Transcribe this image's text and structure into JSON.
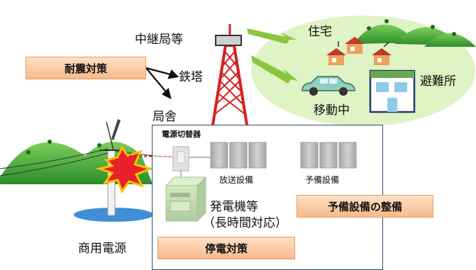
{
  "labels": {
    "relay_station": "中継局等",
    "tower": "鉄塔",
    "station_building": "局舎",
    "housing": "住宅",
    "evacuation_center": "避難所",
    "moving": "移動中",
    "power_switch": "電源切替器",
    "broadcast_equipment": "放送設備",
    "spare_equipment": "予備設備",
    "generator": "発電機等",
    "generator_note": "（長時間対応）",
    "commercial_power": "商用電源"
  },
  "boxes": {
    "seismic_measures": "耐震対策",
    "spare_equipment_maintenance": "予備設備の整備",
    "outage_measures": "停電対策"
  },
  "colors": {
    "hill_green": "#2f9a2f",
    "residential_area": "#dff3c4",
    "tower_red": "#d82020",
    "box_orange": "#f9b98a",
    "radio_wave": "#8cc63f",
    "frame_navy": "#2e4a6e"
  }
}
